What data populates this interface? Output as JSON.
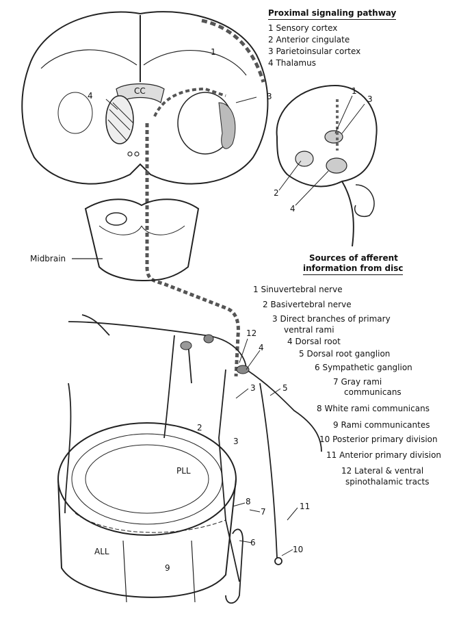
{
  "proximal": {
    "title": "Proximal signaling pathway",
    "items": [
      "1  Sensory cortex",
      "2  Anterior cingulate",
      "3  Parietoinsular cortex",
      "4  Thalamus"
    ]
  },
  "sources": {
    "title_line1": "Sources of afferent",
    "title_line2": "information from disc",
    "items": [
      "1  Sinuvertebral nerve",
      "2  Basivertebral nerve",
      "3  Direct branches of primary",
      "ventral rami",
      "4  Dorsal root",
      "5  Dorsal root ganglion",
      "6  Sympathetic ganglion",
      "7  Gray rami",
      "communicans",
      "8  White rami communicans",
      "9  Rami communicantes",
      "10  Posterior primary division",
      "11 Anterior primary division",
      "12  Lateral & ventral",
      "spinothalamic tracts"
    ]
  },
  "figure_labels": {
    "midbrain": "Midbrain",
    "cc": "CC",
    "pll": "PLL",
    "all": "ALL",
    "coronal": [
      "1",
      "3",
      "4"
    ],
    "lateral_brain": [
      "1",
      "3",
      "2",
      "4"
    ],
    "spine": [
      "12",
      "4",
      "3",
      "5",
      "2",
      "3",
      "8",
      "7",
      "11",
      "6",
      "10",
      "9"
    ]
  }
}
